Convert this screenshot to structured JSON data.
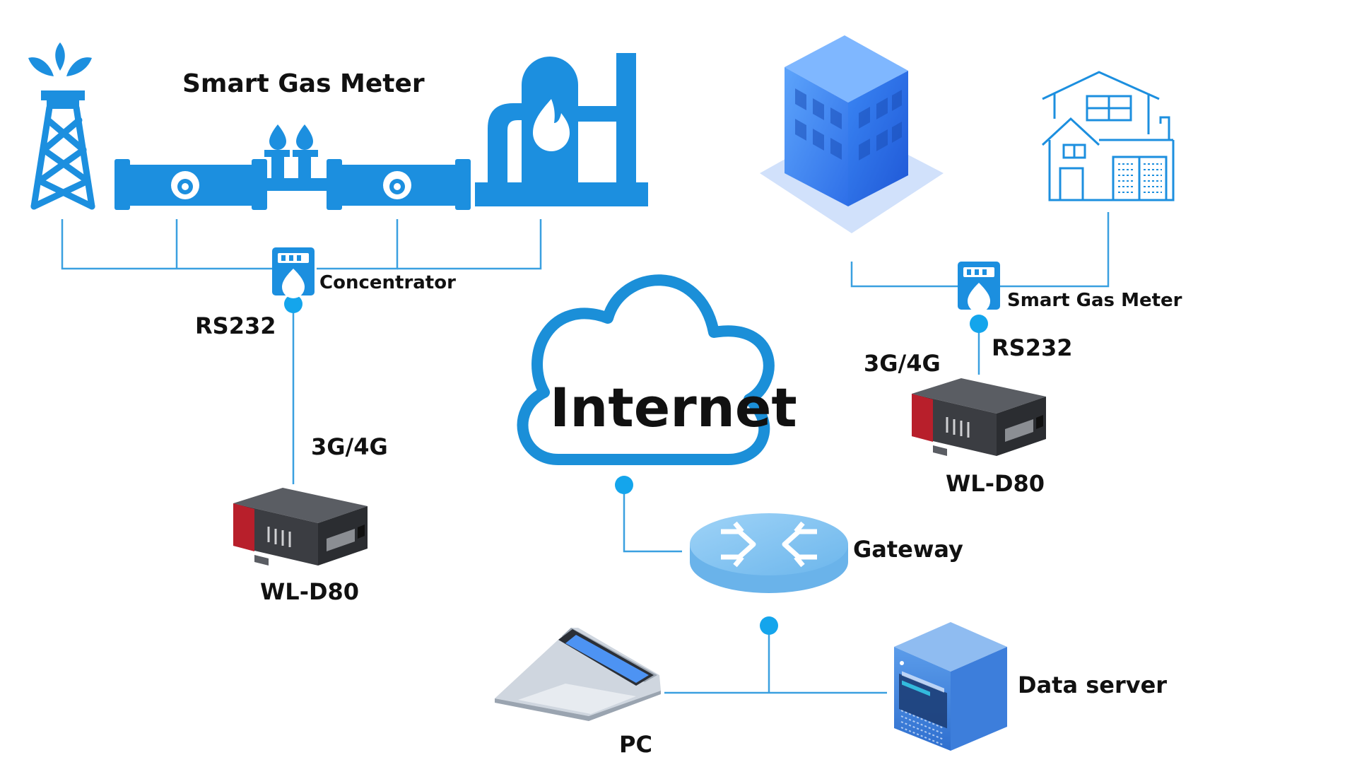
{
  "labels": {
    "smart_gas_meter_top": "Smart Gas Meter",
    "concentrator": "Concentrator",
    "rs232_left": "RS232",
    "g3g4_left": "3G/4G",
    "device_left": "WL-D80",
    "internet": "Internet",
    "gateway": "Gateway",
    "pc": "PC",
    "data_server": "Data server",
    "smart_gas_meter_right": "Smart Gas Meter",
    "rs232_right": "RS232",
    "g3g4_right": "3G/4G",
    "device_right": "WL-D80"
  },
  "colors": {
    "icon_blue": "#1c8fdf",
    "line_blue": "#3aa0e0",
    "node_blue": "#14a5ec",
    "cloud_stroke": "#1b8fd8",
    "building_blue": "#3a82f0",
    "gateway_blue": "#8fc8f2",
    "device_gray": "#3b3d42",
    "device_red": "#b81f2b"
  },
  "icons": {
    "oil_derrick": "oil-derrick-icon",
    "gas_pipeline": "gas-pipeline-icon",
    "gas_plant": "gas-plant-icon",
    "office_building": "office-building-icon",
    "house": "house-icon",
    "meter": "gas-meter-icon",
    "cloud": "cloud-icon",
    "router": "router-icon",
    "laptop": "laptop-icon",
    "server": "server-icon",
    "modem": "wl-d80-modem-icon"
  }
}
